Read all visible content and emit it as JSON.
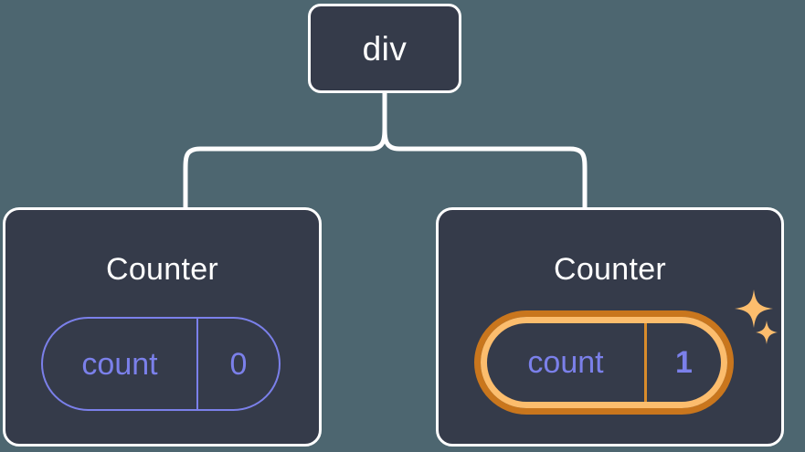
{
  "diagram": {
    "type": "component-tree",
    "description": "React component tree with a div root and two Counter children; the right Counter's count state is highlighted as updated",
    "background_color": "#4d6670",
    "node_fill_color": "#353b4a",
    "node_border_color": "#ffffff",
    "accent_state_color": "#7b80ea",
    "highlight_outer_color": "#c9761d",
    "highlight_inner_color": "#fcbd6d",
    "sparkle_color": "#fcbd6d"
  },
  "root": {
    "label": "div"
  },
  "children": [
    {
      "id": "counter-left",
      "title": "Counter",
      "state": {
        "key": "count",
        "value": "0"
      },
      "highlighted": false
    },
    {
      "id": "counter-right",
      "title": "Counter",
      "state": {
        "key": "count",
        "value": "1"
      },
      "highlighted": true
    }
  ]
}
